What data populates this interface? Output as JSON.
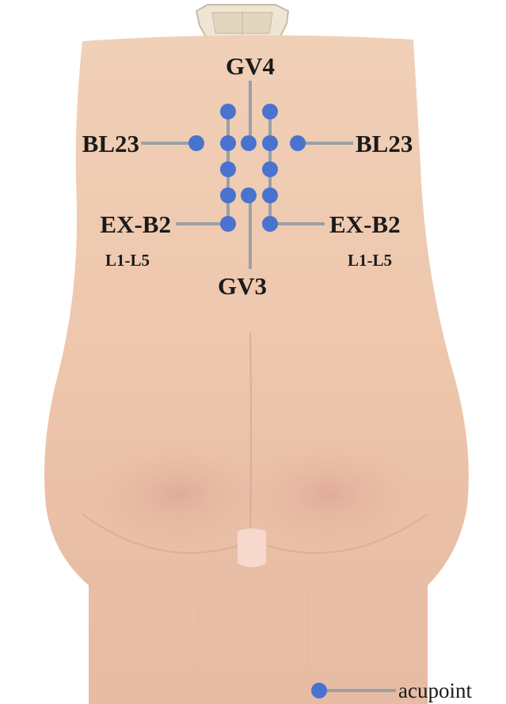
{
  "labels": {
    "gv4": "GV4",
    "gv3": "GV3",
    "bl23_left": "BL23",
    "bl23_right": "BL23",
    "exb2_left": "EX-B2",
    "exb2_right": "EX-B2",
    "range_left": "L1-L5",
    "range_right": "L1-L5"
  },
  "legend": {
    "label": "acupoint"
  },
  "colors": {
    "acupoint": "#4a73cf",
    "leader_line": "#9aa0a6",
    "skin": "#ecc5a9",
    "label_text": "#1a1a1a"
  }
}
